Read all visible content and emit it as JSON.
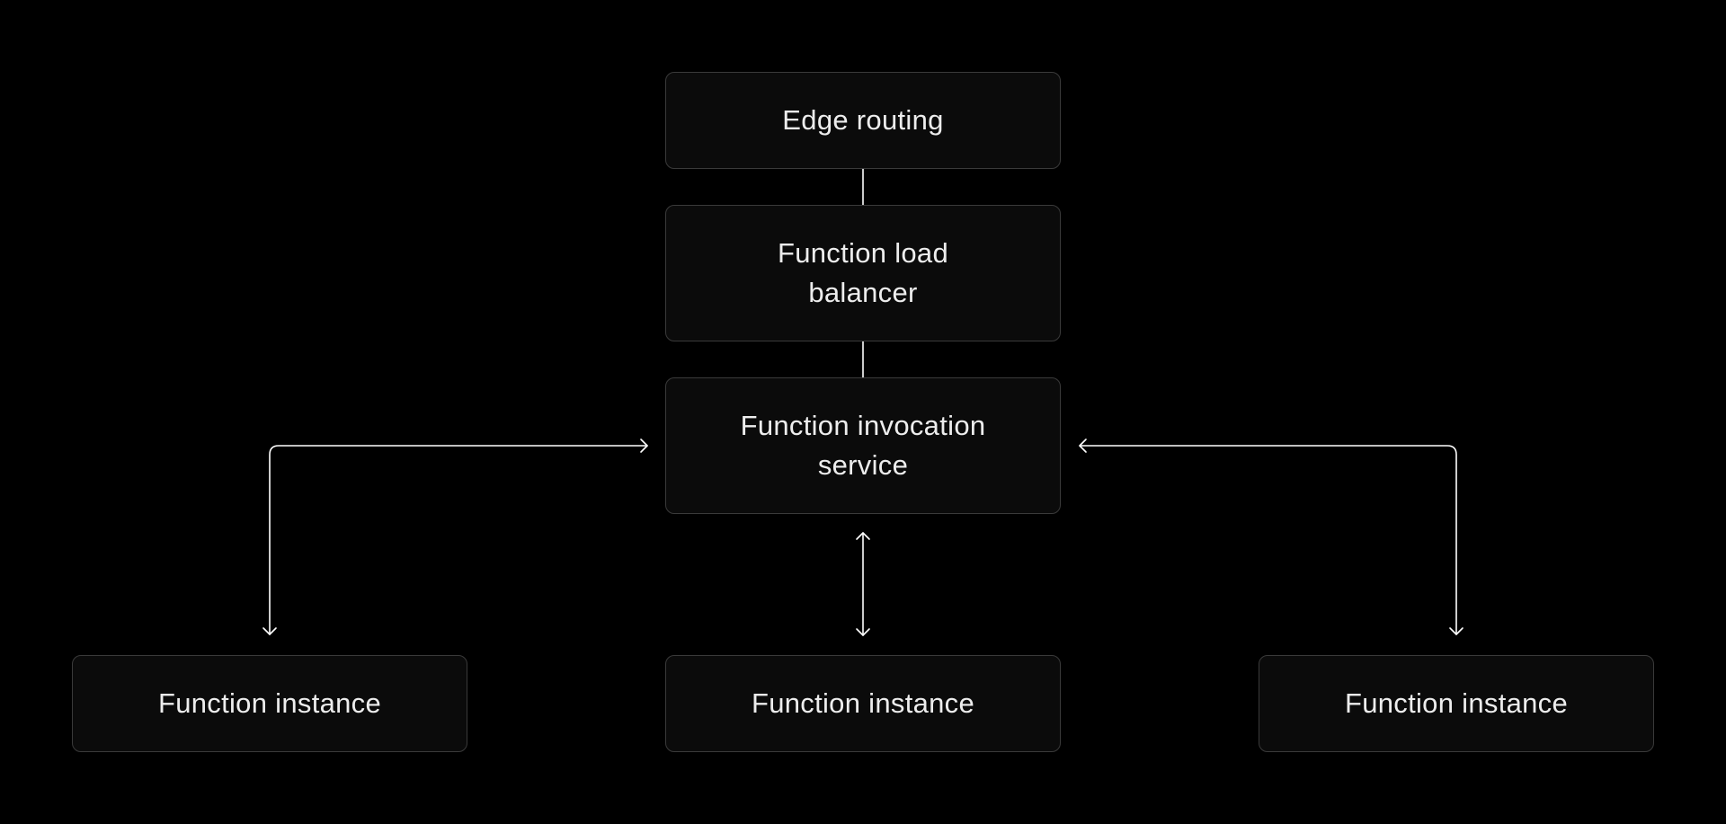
{
  "diagram": {
    "background": "#000000",
    "node_fill": "#0b0b0b",
    "node_border": "#3a3a3a",
    "text_color": "#ededed",
    "connector_color": "#ffffff",
    "nodes": {
      "edge_routing": "Edge routing",
      "load_balancer": "Function load balancer",
      "invocation_service": "Function invocation service",
      "instance_left": "Function instance",
      "instance_center": "Function instance",
      "instance_right": "Function instance"
    },
    "edges": [
      {
        "from": "edge_routing",
        "to": "load_balancer",
        "style": "line"
      },
      {
        "from": "load_balancer",
        "to": "invocation_service",
        "style": "line"
      },
      {
        "from": "invocation_service",
        "to": "instance_left",
        "style": "bidirectional-arrow"
      },
      {
        "from": "invocation_service",
        "to": "instance_center",
        "style": "bidirectional-arrow"
      },
      {
        "from": "invocation_service",
        "to": "instance_right",
        "style": "bidirectional-arrow"
      }
    ]
  }
}
